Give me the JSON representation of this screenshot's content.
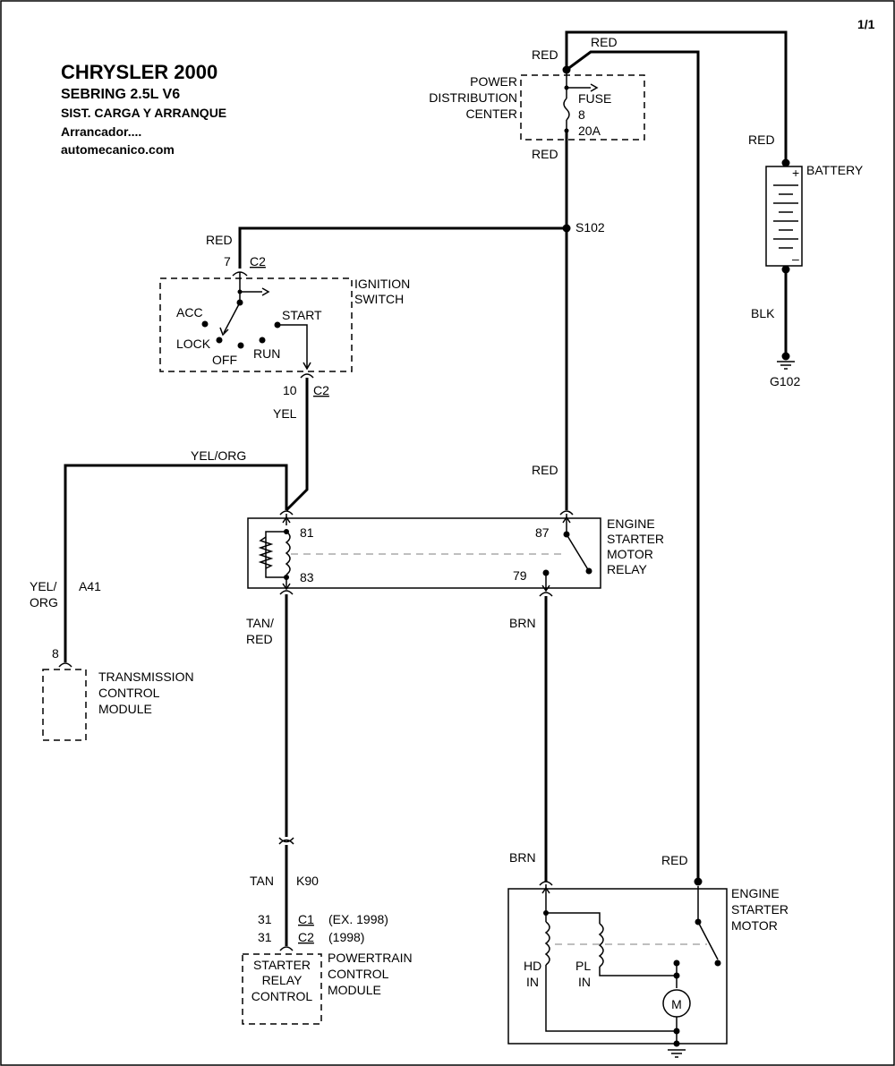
{
  "page": "1/1",
  "header": {
    "title": "CHRYSLER 2000",
    "model": "SEBRING  2.5L  V6",
    "system": "SIST. CARGA Y ARRANQUE",
    "section": "Arrancador....",
    "site": "automecanico.com"
  },
  "pdc": {
    "name": [
      "POWER",
      "DISTRIBUTION",
      "CENTER"
    ],
    "fuse": [
      "FUSE",
      "8",
      "20A"
    ],
    "wire_in_a": "RED",
    "wire_in_b": "RED",
    "wire_out": "RED"
  },
  "battery": {
    "name": "BATTERY",
    "wire_pos": "RED",
    "wire_neg": "BLK",
    "ground": "G102",
    "pos_sign": "+",
    "neg_sign": "–"
  },
  "splice": "S102",
  "ignition": {
    "name": [
      "IGNITION",
      "SWITCH"
    ],
    "wire_in": "RED",
    "pin_in": "7",
    "conn_in": "C2",
    "positions": [
      "ACC",
      "START",
      "LOCK",
      "OFF",
      "RUN"
    ],
    "pin_out": "10",
    "conn_out": "C2",
    "wire_out": "YEL"
  },
  "relay": {
    "name": [
      "ENGINE",
      "STARTER",
      "MOTOR",
      "RELAY"
    ],
    "pins": [
      "81",
      "83",
      "87",
      "79"
    ],
    "wire_81": "YEL/ORG",
    "wire_87": "RED",
    "wire_83": [
      "TAN/",
      "RED"
    ],
    "wire_79": "BRN"
  },
  "tcm": {
    "name": [
      "TRANSMISSION",
      "CONTROL",
      "MODULE"
    ],
    "wire": [
      "YEL/",
      "ORG"
    ],
    "circuit": "A41",
    "pin": "8"
  },
  "pcm": {
    "wire": "TAN",
    "circuit": "K90",
    "pin_rows": [
      {
        "pin": "31",
        "conn": "C1",
        "note": "(EX. 1998)"
      },
      {
        "pin": "31",
        "conn": "C2",
        "note": "(1998)"
      }
    ],
    "inner": [
      "STARTER",
      "RELAY",
      "CONTROL"
    ],
    "name": [
      "POWERTRAIN",
      "CONTROL",
      "MODULE"
    ]
  },
  "motor": {
    "name": [
      "ENGINE",
      "STARTER",
      "MOTOR"
    ],
    "wire_brn": "BRN",
    "wire_red": "RED",
    "hd": [
      "HD",
      "IN"
    ],
    "pl": [
      "PL",
      "IN"
    ],
    "symbol": "M"
  }
}
